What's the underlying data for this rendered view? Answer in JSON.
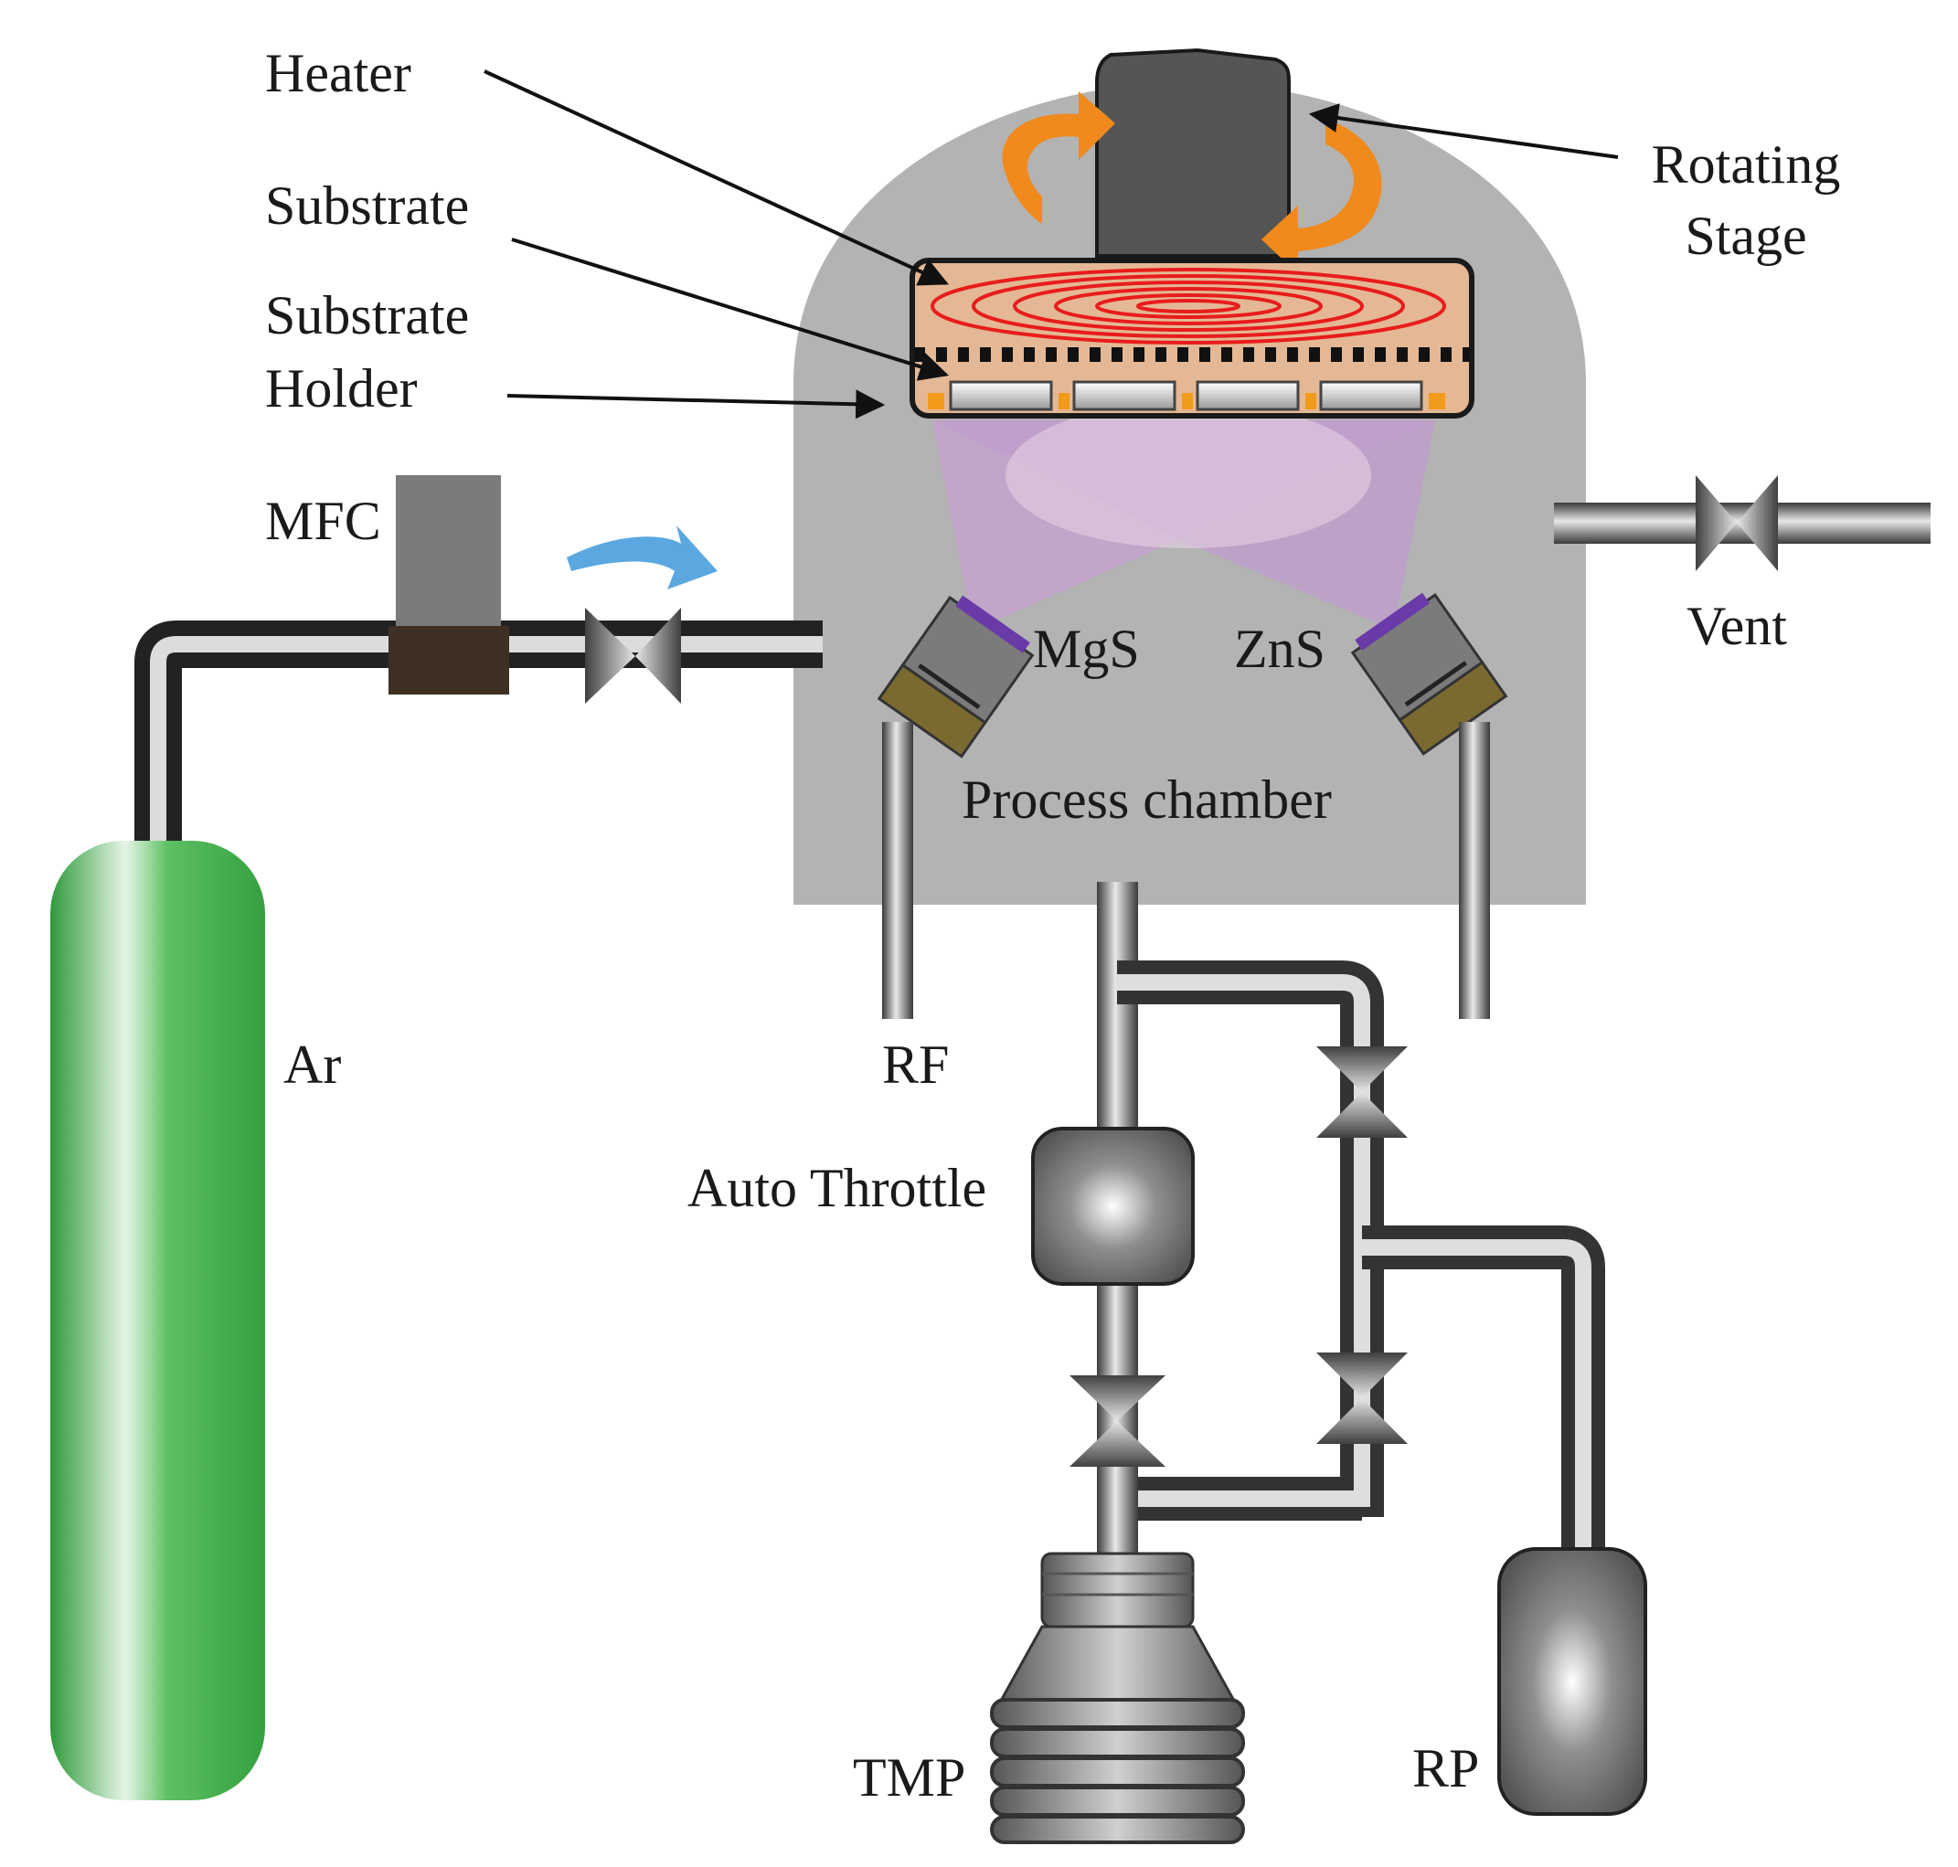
{
  "labels": {
    "heater": "Heater",
    "substrate": "Substrate",
    "substrate_holder_1": "Substrate",
    "substrate_holder_2": "Holder",
    "rotating_stage_1": "Rotating",
    "rotating_stage_2": "Stage",
    "mfc": "MFC",
    "mgs": "MgS",
    "zns": "ZnS",
    "vent": "Vent",
    "process_chamber": "Process chamber",
    "ar": "Ar",
    "rf": "RF",
    "auto_throttle": "Auto Throttle",
    "tmp": "TMP",
    "rp": "RP"
  },
  "colors": {
    "chamber": "#b3b3b3",
    "stage": "#555555",
    "heater_body": "#e4b894",
    "heater_coil": "#e81c1c",
    "plasma": "#c9a0d4",
    "cylinder": "#3fb04a",
    "mfc_block": "#3e3022",
    "gun_cap": "#7a6a30",
    "arrow_orange": "#f08a1c",
    "arrow_blue": "#5ba8e0"
  }
}
